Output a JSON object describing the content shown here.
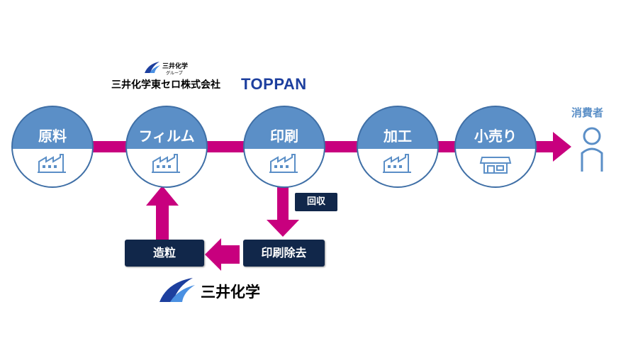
{
  "flow": {
    "nodes": [
      {
        "label": "原料",
        "icon": "factory-icon"
      },
      {
        "label": "フィルム",
        "icon": "factory-icon"
      },
      {
        "label": "印刷",
        "icon": "factory-icon"
      },
      {
        "label": "加工",
        "icon": "factory-icon"
      },
      {
        "label": "小売り",
        "icon": "store-icon"
      }
    ],
    "consumer": {
      "label": "消費者",
      "icon": "person-icon"
    }
  },
  "recycle": {
    "collect_label": "回収",
    "print_removal_label": "印刷除去",
    "pelletize_label": "造粒"
  },
  "logos": {
    "mitsui_group_name": "三井化学",
    "mitsui_group_sub": "グループ",
    "tohcello": "三井化学東セロ株式会社",
    "toppan": "TOPPAN",
    "mitsui_chemicals": "三井化学"
  },
  "colors": {
    "arrow": "#c8007e",
    "circle_top": "#5b8fc7",
    "circle_bottom": "#ffffff",
    "circle_border": "#3f6fa6",
    "box": "#11274a",
    "consumer": "#5b8fc7"
  }
}
